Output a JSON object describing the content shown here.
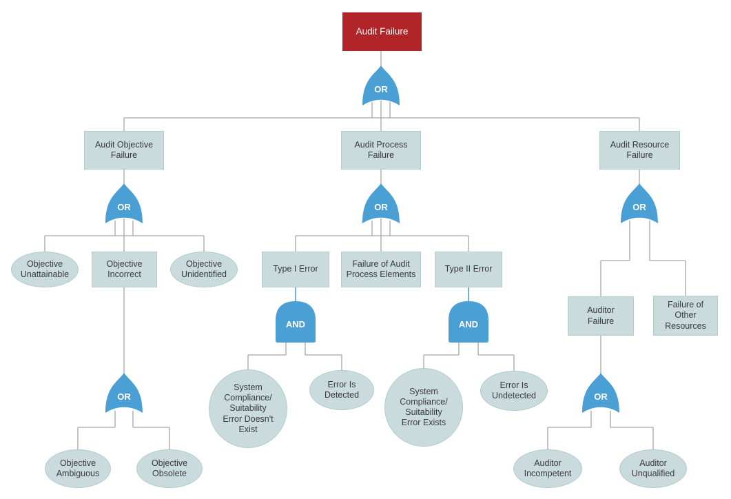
{
  "colors": {
    "top_event": "#b12428",
    "node_fill": "#c9dbdc",
    "node_border": "#b2cbcc",
    "gate": "#4a9fd5",
    "wire": "#a6a6a6",
    "text": "#3a3a3a"
  },
  "tree": {
    "label": "Audit Failure",
    "type": "top-event",
    "gate": "OR",
    "children": [
      {
        "label": "Audit Objective\nFailure",
        "type": "intermediate-event",
        "gate": "OR",
        "children": [
          {
            "label": "Objective\nUnattainable",
            "type": "basic-event"
          },
          {
            "label": "Objective\nIncorrect",
            "type": "intermediate-event",
            "gate": "OR",
            "children": [
              {
                "label": "Objective\nAmbiguous",
                "type": "basic-event"
              },
              {
                "label": "Objective\nObsolete",
                "type": "basic-event"
              }
            ]
          },
          {
            "label": "Objective\nUnidentified",
            "type": "basic-event"
          }
        ]
      },
      {
        "label": "Audit Process\nFailure",
        "type": "intermediate-event",
        "gate": "OR",
        "children": [
          {
            "label": "Type I Error",
            "type": "intermediate-event",
            "gate": "AND",
            "children": [
              {
                "label": "System\nCompliance/\nSuitability\nError Doesn't\nExist",
                "type": "basic-event"
              },
              {
                "label": "Error Is\nDetected",
                "type": "basic-event"
              }
            ]
          },
          {
            "label": "Failure of Audit\nProcess Elements",
            "type": "intermediate-event"
          },
          {
            "label": "Type II Error",
            "type": "intermediate-event",
            "gate": "AND",
            "children": [
              {
                "label": "System\nCompliance/\nSuitability\nError Exists",
                "type": "basic-event"
              },
              {
                "label": "Error Is\nUndetected",
                "type": "basic-event"
              }
            ]
          }
        ]
      },
      {
        "label": "Audit Resource\nFailure",
        "type": "intermediate-event",
        "gate": "OR",
        "children": [
          {
            "label": "Auditor\nFailure",
            "type": "intermediate-event",
            "gate": "OR",
            "children": [
              {
                "label": "Auditor\nIncompetent",
                "type": "basic-event"
              },
              {
                "label": "Auditor\nUnqualified",
                "type": "basic-event"
              }
            ]
          },
          {
            "label": "Failure of\nOther\nResources",
            "type": "intermediate-event"
          }
        ]
      }
    ]
  }
}
